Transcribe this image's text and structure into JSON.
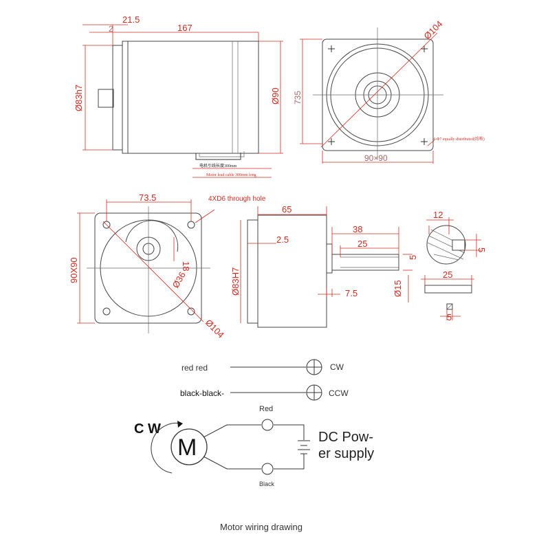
{
  "top_side_view": {
    "dim_total_left": "21.5",
    "dim_small": "2",
    "dim_body_length": "167",
    "dim_pilot_diameter": "Ø83h7",
    "dim_body_diameter": "Ø90",
    "lead_note_cn": "电机引线长度300mm",
    "lead_note_en": "Motor lead cable 300mm long"
  },
  "top_front_view": {
    "dim_bolt_circle": "Ø104",
    "dim_height": "735",
    "dim_size": "90×90",
    "hole_note": "4-Φ7 equally distributed(均布)"
  },
  "gearbox_front_view": {
    "dim_width": "73.5",
    "hole_note": "4XD6 through hole",
    "dim_square": "90X90",
    "dim_18": "18",
    "dim_36": "Ø36",
    "dim_104": "Ø104"
  },
  "gearbox_side_view": {
    "dim_length": "65",
    "dim_38": "38",
    "dim_25": "25",
    "dim_2_5": "2.5",
    "dim_pilot": "Ø83H7",
    "dim_5": "5",
    "dim_shaft": "Ø15",
    "dim_7_5": "7.5"
  },
  "shaft_detail": {
    "dim_12": "12",
    "dim_5a": "5",
    "dim_25": "25",
    "dim_5b": "5"
  },
  "wiring": {
    "row1_label": "red red",
    "row1_dir": "CW",
    "row2_label": "black-black-",
    "row2_dir": "CCW",
    "rotation_label": "C W",
    "motor_symbol": "M",
    "terminal_top": "Red",
    "terminal_bottom": "Black",
    "supply_line1": "DC Pow-",
    "supply_line2": "er supply"
  },
  "caption": "Motor wiring drawing"
}
